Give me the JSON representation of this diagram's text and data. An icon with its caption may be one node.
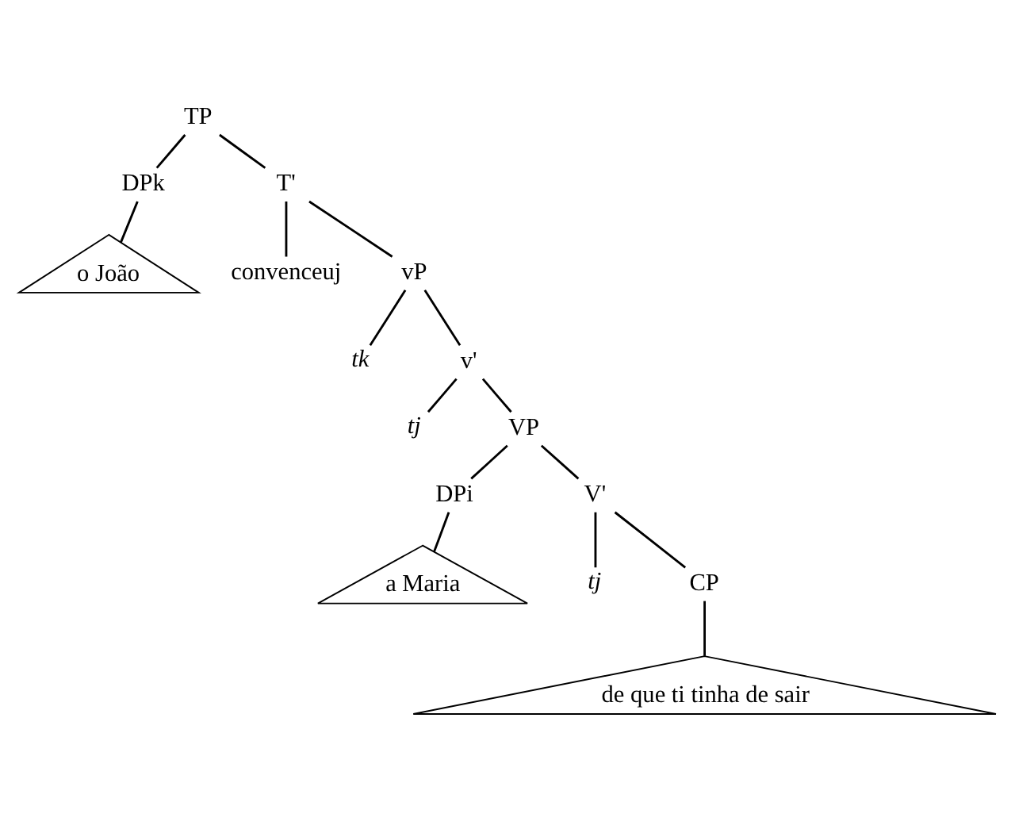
{
  "diagram": {
    "nodes": [
      {
        "text": [
          "TP"
        ]
      },
      {
        "text": [
          "DPk"
        ]
      },
      {
        "text": [
          "T'"
        ]
      },
      {
        "text": [
          "o João"
        ]
      },
      {
        "text": [
          "convenceuj"
        ]
      },
      {
        "text": [
          "vP"
        ]
      },
      {
        "text": [
          "tk"
        ]
      },
      {
        "text": [
          "v'"
        ]
      },
      {
        "text": [
          "tj"
        ]
      },
      {
        "text": [
          "VP"
        ]
      },
      {
        "text": [
          "DPi"
        ]
      },
      {
        "text": [
          "V'"
        ]
      },
      {
        "text": [
          "a Maria"
        ]
      },
      {
        "text": [
          "tj"
        ]
      },
      {
        "text": [
          "CP"
        ]
      },
      {
        "text": [
          "de que ti tinha de sair"
        ]
      }
    ],
    "edges": [
      {
        "from": 0,
        "to": 1,
        "arrow": "none"
      },
      {
        "from": 0,
        "to": 2,
        "arrow": "none"
      },
      {
        "from": 1,
        "to": 3,
        "arrow": "none"
      },
      {
        "from": 2,
        "to": 4,
        "arrow": "none"
      },
      {
        "from": 2,
        "to": 5,
        "arrow": "none"
      },
      {
        "from": 5,
        "to": 6,
        "arrow": "none"
      },
      {
        "from": 5,
        "to": 7,
        "arrow": "none"
      },
      {
        "from": 7,
        "to": 8,
        "arrow": "none"
      },
      {
        "from": 7,
        "to": 9,
        "arrow": "none"
      },
      {
        "from": 9,
        "to": 10,
        "arrow": "none"
      },
      {
        "from": 9,
        "to": 11,
        "arrow": "none"
      },
      {
        "from": 10,
        "to": 12,
        "arrow": "none"
      },
      {
        "from": 11,
        "to": 13,
        "arrow": "none"
      },
      {
        "from": 11,
        "to": 14,
        "arrow": "none"
      },
      {
        "from": 14,
        "to": 15,
        "arrow": "none"
      }
    ]
  }
}
